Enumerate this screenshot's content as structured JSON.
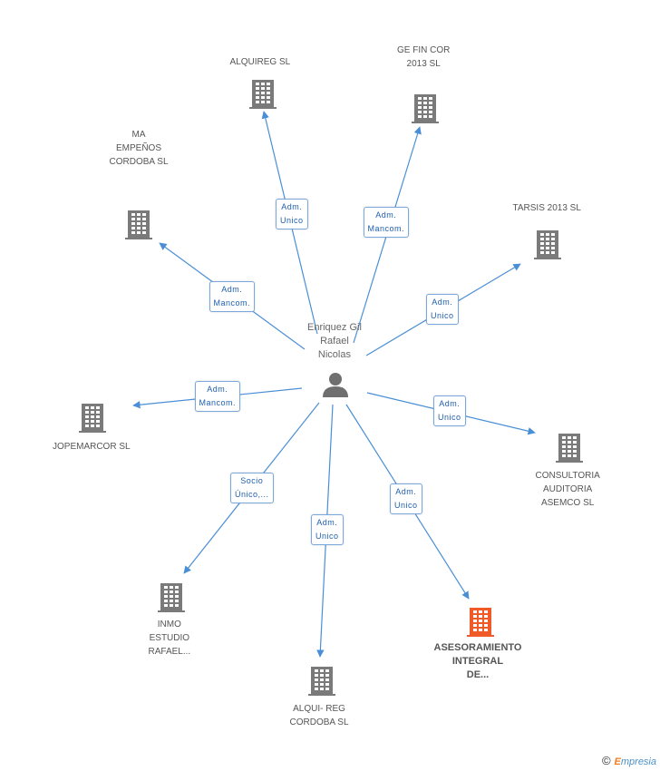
{
  "center": {
    "name": "Enriquez Gil\nRafael\nNicolas",
    "icon": "person-icon"
  },
  "companies": [
    {
      "id": "alquireg",
      "name": "ALQUIREG SL",
      "role": "Adm.\nUnico",
      "highlight": false
    },
    {
      "id": "gefincor",
      "name": "GE FIN COR\n2013  SL",
      "role": "Adm.\nMancom.",
      "highlight": false
    },
    {
      "id": "maempenos",
      "name": "MA\nEMPEÑOS\nCORDOBA SL",
      "role": "Adm.\nMancom.",
      "highlight": false
    },
    {
      "id": "tarsis",
      "name": "TARSIS 2013 SL",
      "role": "Adm.\nUnico",
      "highlight": false
    },
    {
      "id": "jopemarcor",
      "name": "JOPEMARCOR SL",
      "role": "Adm.\nMancom.",
      "highlight": false
    },
    {
      "id": "consultoria",
      "name": "CONSULTORIA\nAUDITORIA\nASEMCO SL",
      "role": "Adm.\nUnico",
      "highlight": false
    },
    {
      "id": "inmo",
      "name": "INMO\nESTUDIO\nRAFAEL...",
      "role": "Socio\nÚnico,...",
      "highlight": false
    },
    {
      "id": "alquireg2",
      "name": "ALQUI- REG\nCORDOBA SL",
      "role": "Adm.\nUnico",
      "highlight": false
    },
    {
      "id": "asesoramiento",
      "name": "ASESORAMIENTO\nINTEGRAL\nDE...",
      "role": "Adm.\nUnico",
      "highlight": true
    }
  ],
  "colors": {
    "building": "#7a7a7a",
    "highlight": "#f05a28",
    "edge": "#4a8fd6",
    "person": "#6f6f6f"
  },
  "footer": {
    "copyright_symbol": "©",
    "brand_e": "E",
    "brand_rest": "mpresia"
  }
}
